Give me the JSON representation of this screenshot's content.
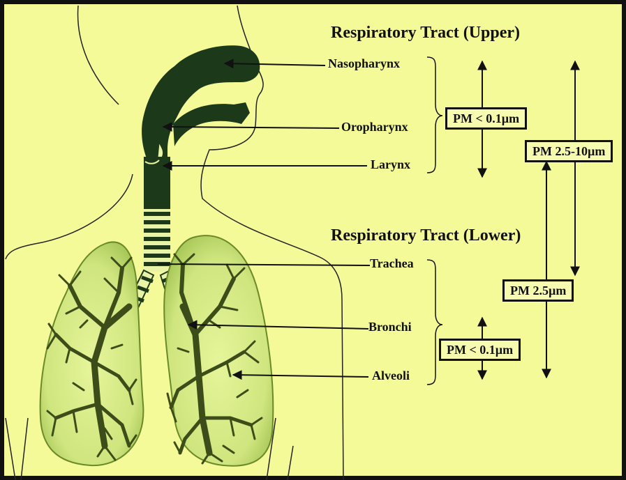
{
  "headings": {
    "upper": "Respiratory Tract (Upper)",
    "lower": "Respiratory Tract (Lower)"
  },
  "parts": {
    "nasopharynx": "Nasopharynx",
    "oropharynx": "Oropharynx",
    "larynx": "Larynx",
    "trachea": "Trachea",
    "bronchi": "Bronchi",
    "alveoli": "Alveoli"
  },
  "particle_sizes": {
    "upper_fine": "PM < 0.1µm",
    "coarse": "PM 2.5-10µm",
    "fine": "PM 2.5µm",
    "lower_fine": "PM < 0.1µm"
  },
  "colors": {
    "background": "#f4fa98",
    "airway": "#1c3a1a",
    "lung_fill": "#dbef8c",
    "lung_inner": "#c9e27a",
    "bronchial_tree": "#3d4d1a",
    "text": "#111111"
  }
}
